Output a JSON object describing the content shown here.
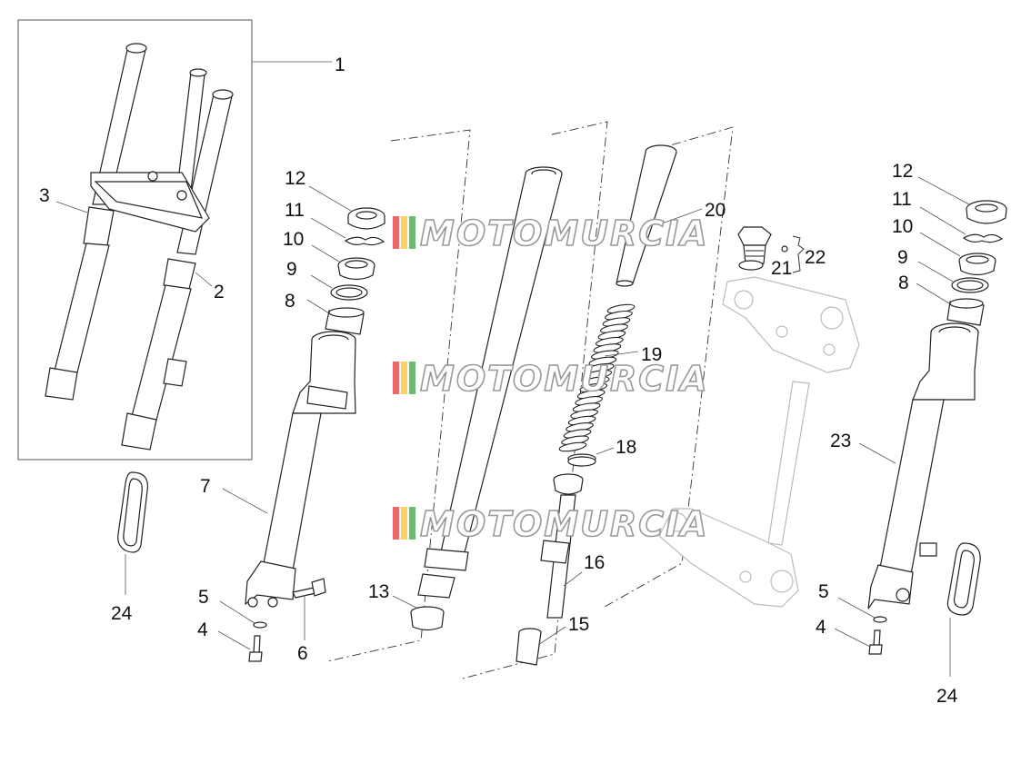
{
  "diagram": {
    "callouts": {
      "c1": "1",
      "c2": "2",
      "c3": "3",
      "c4a": "4",
      "c4b": "4",
      "c5a": "5",
      "c5b": "5",
      "c6": "6",
      "c7": "7",
      "c8a": "8",
      "c8b": "8",
      "c9a": "9",
      "c9b": "9",
      "c10a": "10",
      "c10b": "10",
      "c11a": "11",
      "c11b": "11",
      "c12a": "12",
      "c12b": "12",
      "c13": "13",
      "c15": "15",
      "c16": "16",
      "c18": "18",
      "c19": "19",
      "c20": "20",
      "c21": "21",
      "c22": "22",
      "c23": "23",
      "c24a": "24",
      "c24b": "24"
    }
  },
  "watermark": {
    "text": "MOTOMURCIA",
    "colors": [
      "#e53935",
      "#fbc02d",
      "#43a047"
    ]
  }
}
